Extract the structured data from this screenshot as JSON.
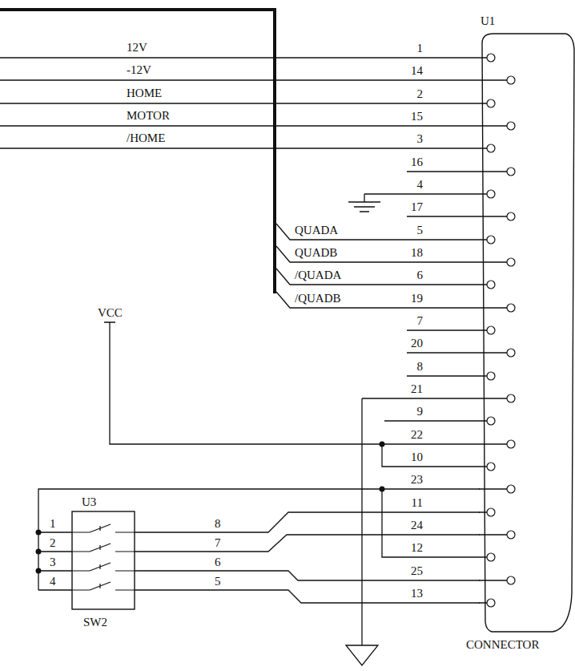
{
  "diagram": {
    "nodes": [
      {
        "text": [
          "U1",
          "CONNECTOR"
        ]
      },
      {
        "text": [
          "U3",
          "SW2"
        ]
      }
    ],
    "edges": [
      {
        "from": 1,
        "to": 0,
        "arrow": "none"
      },
      {
        "from": 1,
        "to": 0,
        "arrow": "none"
      },
      {
        "from": 1,
        "to": 0,
        "arrow": "none"
      },
      {
        "from": 1,
        "to": 0,
        "arrow": "none"
      },
      {
        "from": 1,
        "to": 0,
        "arrow": "none"
      }
    ],
    "labels": [
      "12V",
      "-12V",
      "HOME",
      "MOTOR",
      "/HOME",
      "QUADA",
      "QUADB",
      "/QUADA",
      "/QUADB",
      "VCC",
      "1",
      "14",
      "2",
      "15",
      "3",
      "16",
      "4",
      "17",
      "5",
      "18",
      "6",
      "19",
      "7",
      "20",
      "8",
      "21",
      "9",
      "22",
      "10",
      "23",
      "11",
      "24",
      "12",
      "25",
      "13",
      "1",
      "2",
      "3",
      "4",
      "8",
      "7",
      "6",
      "5"
    ]
  }
}
